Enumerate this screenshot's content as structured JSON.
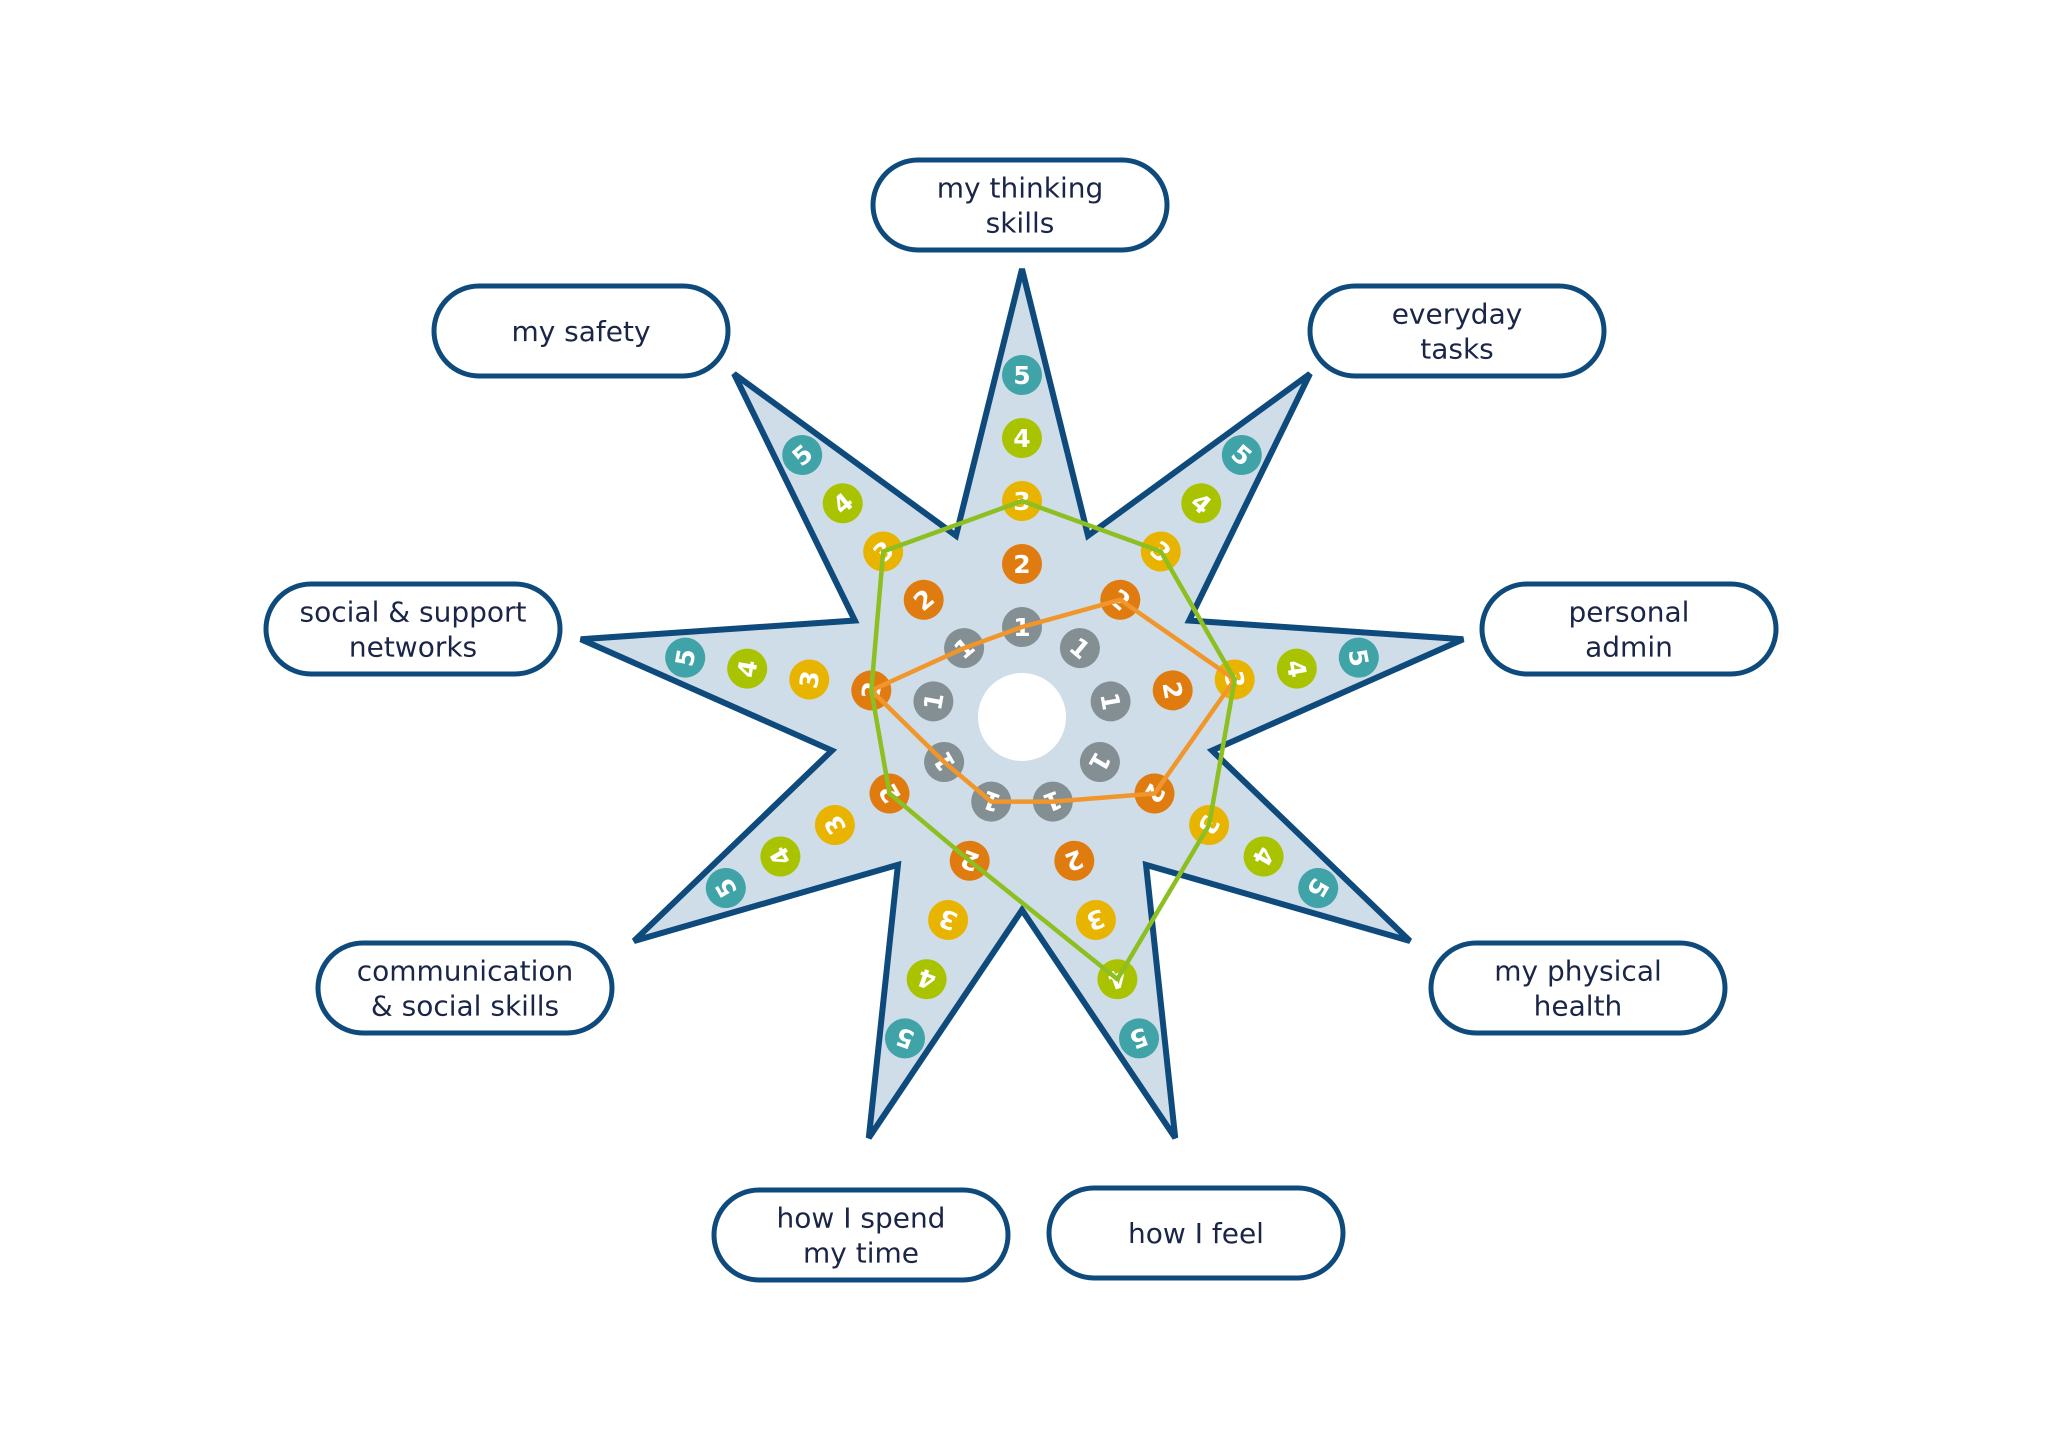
{
  "axes": [
    {
      "label_lines": [
        "my thinking",
        "skills"
      ]
    },
    {
      "label_lines": [
        "everyday",
        "tasks"
      ]
    },
    {
      "label_lines": [
        "personal",
        "admin"
      ]
    },
    {
      "label_lines": [
        "my physical",
        "health"
      ]
    },
    {
      "label_lines": [
        "how I feel"
      ]
    },
    {
      "label_lines": [
        "how I spend",
        "my time"
      ]
    },
    {
      "label_lines": [
        "communication",
        "& social skills"
      ]
    },
    {
      "label_lines": [
        "social & support",
        "networks"
      ]
    },
    {
      "label_lines": [
        "my safety"
      ]
    }
  ],
  "scale_levels": [
    "1",
    "2",
    "3",
    "4",
    "5"
  ],
  "level_colors": [
    "#838f92",
    "#e07b10",
    "#e8b400",
    "#a9c300",
    "#3fa3a8"
  ],
  "series": [
    {
      "name": "orange",
      "color": "#f0962a",
      "scores": [
        1,
        2,
        3,
        2,
        1,
        1,
        1,
        2,
        1
      ]
    },
    {
      "name": "green",
      "color": "#8cbf1f",
      "scores": [
        3,
        3,
        3,
        3,
        4,
        2,
        2,
        2,
        3
      ]
    }
  ],
  "colors": {
    "star_fill": "#cfdde8",
    "star_stroke": "#0e4a7c",
    "box_stroke": "#0e4a7c"
  }
}
